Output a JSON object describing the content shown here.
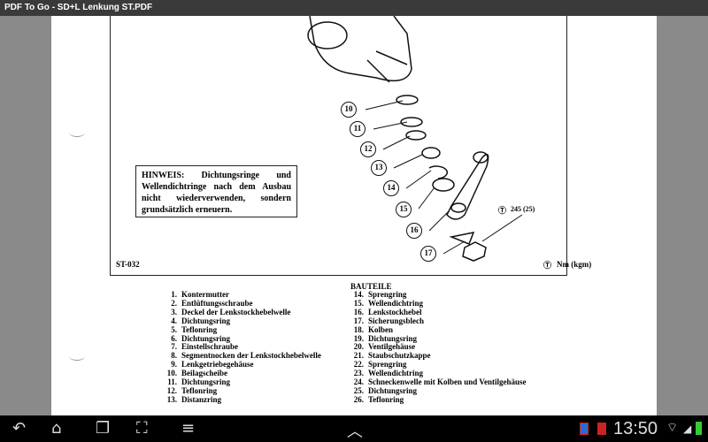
{
  "title": "PDF To Go - SD+L Lenkung ST.PDF",
  "note": "HINWEIS: Dichtungsringe und Wellendichtringe nach dem Ausbau nicht wiederverwenden, sondern grundsätzlich erneuern.",
  "callouts": [
    "10",
    "11",
    "12",
    "13",
    "14",
    "15",
    "16",
    "17"
  ],
  "torque": "245 (25)",
  "figure_id": "ST-032",
  "unit": "Nm (kgm)",
  "parts_title": "BAUTEILE",
  "parts_left": [
    [
      "1.",
      "Kontermutter"
    ],
    [
      "2.",
      "Entlüftungsschraube"
    ],
    [
      "3.",
      "Deckel der Lenkstockhebelwelle"
    ],
    [
      "4.",
      "Dichtungsring"
    ],
    [
      "5.",
      "Teflonring"
    ],
    [
      "6.",
      "Dichtungsring"
    ],
    [
      "7.",
      "Einstellschraube"
    ],
    [
      "8.",
      "Segmentnocken der Lenkstockhebelwelle"
    ],
    [
      "9.",
      "Lenkgetriebegehäuse"
    ],
    [
      "10.",
      "Beilagscheibe"
    ],
    [
      "11.",
      "Dichtungsring"
    ],
    [
      "12.",
      "Teflonring"
    ],
    [
      "13.",
      "Distanzring"
    ]
  ],
  "parts_right": [
    [
      "14.",
      "Sprengring"
    ],
    [
      "15.",
      "Wellendichtring"
    ],
    [
      "16.",
      "Lenkstockhebel"
    ],
    [
      "17.",
      "Sicherungsblech"
    ],
    [
      "18.",
      "Kolben"
    ],
    [
      "19.",
      "Dichtungsring"
    ],
    [
      "20.",
      "Ventilgehäuse"
    ],
    [
      "21.",
      "Staubschutzkappe"
    ],
    [
      "22.",
      "Sprengring"
    ],
    [
      "23.",
      "Wellendichtring"
    ],
    [
      "24.",
      "Schneckenwelle mit Kolben und Ventilgehäuse"
    ],
    [
      "25.",
      "Dichtungsring"
    ],
    [
      "26.",
      "Teflonring"
    ]
  ],
  "status": {
    "time": "13:50"
  }
}
